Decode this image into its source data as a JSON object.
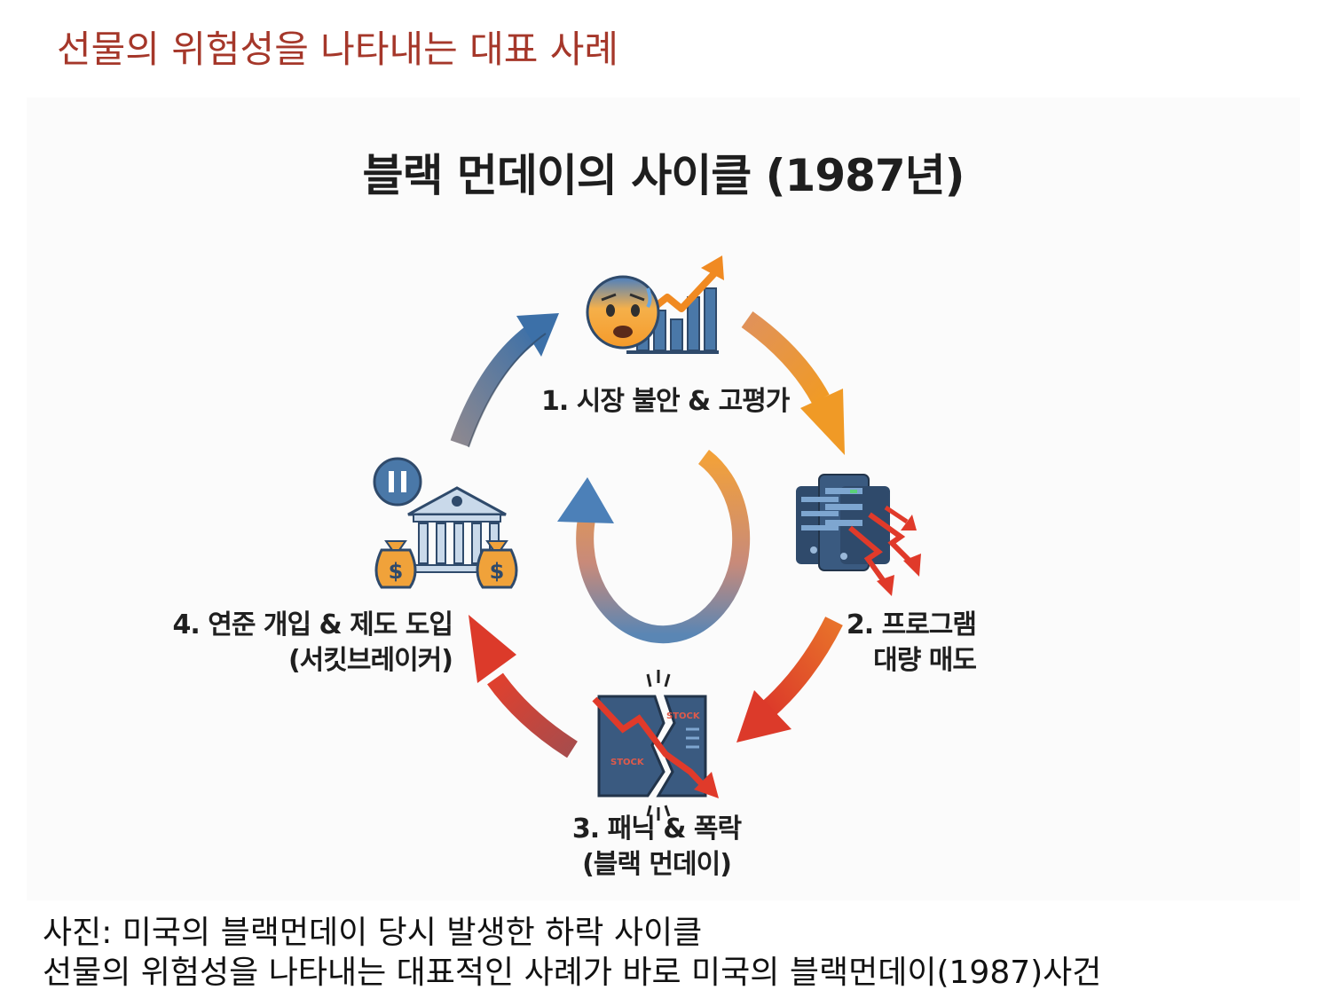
{
  "page": {
    "heading": "선물의 위험성을 나타내는 대표 사례"
  },
  "diagram": {
    "title": "블랙 먼데이의 사이클 (1987년)",
    "steps": [
      {
        "label_line1": "1. 시장 불안 & 고평가",
        "label_line2": ""
      },
      {
        "label_line1": "2. 프로그램",
        "label_line2": "대량 매도"
      },
      {
        "label_line1": "3. 패닉 & 폭락",
        "label_line2": "(블랙 먼데이)"
      },
      {
        "label_line1": "4. 연준 개입 & 제도 도입",
        "label_line2": "(서킷브레이커)"
      }
    ],
    "icon_texts": {
      "stock_a": "STOCK",
      "stock_b": "STOCK",
      "dollar": "$"
    },
    "colors": {
      "heading": "#a5372a",
      "blue": "#4a78a8",
      "orange": "#f0962a",
      "red": "#d63a2c",
      "navy": "#2f4a6b"
    }
  },
  "caption": {
    "line1": "사진: 미국의 블랙먼데이 당시 발생한 하락 사이클",
    "line2": "선물의 위험성을 나타내는 대표적인 사례가 바로 미국의 블랙먼데이(1987)사건"
  }
}
